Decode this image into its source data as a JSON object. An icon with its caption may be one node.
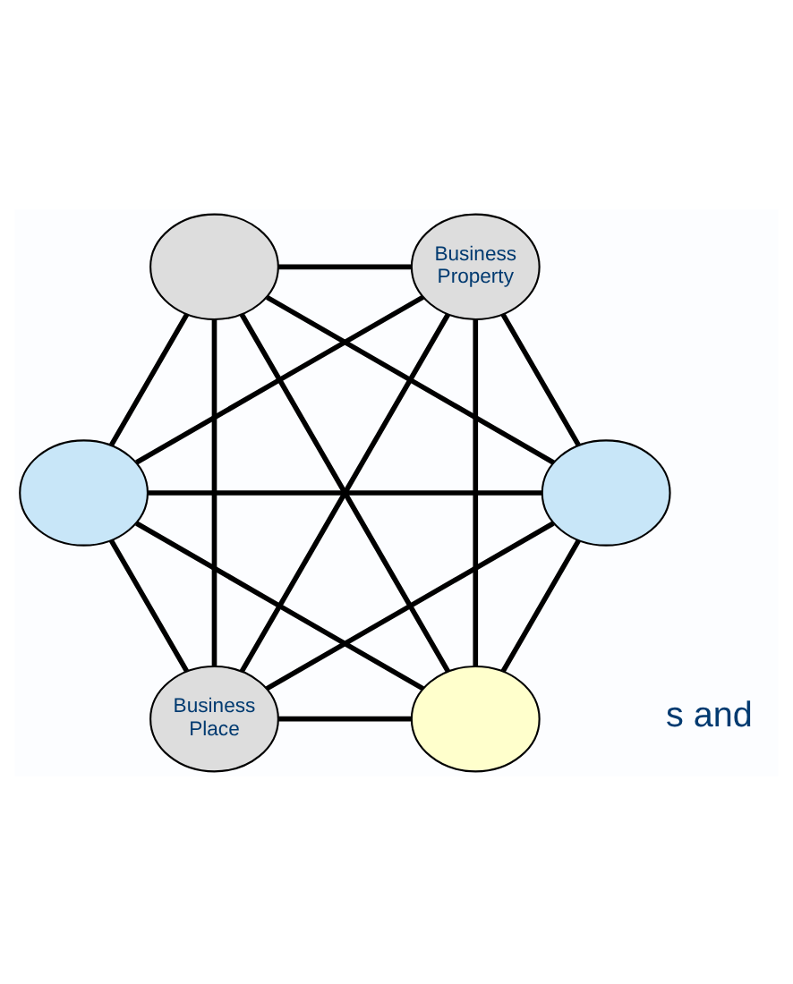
{
  "diagram": {
    "nodes": [
      {
        "text": [],
        "shape": "ellipse"
      },
      {
        "text": [
          "Business Place"
        ]
      },
      {
        "text": [],
        "shape": "ellipse"
      },
      {
        "text": [
          "Business Property"
        ]
      },
      {
        "text": [],
        "shape": "ellipse"
      },
      {
        "text": [],
        "shape": "ellipse"
      }
    ],
    "edges": [
      {
        "from": 0,
        "to": 1,
        "arrow": "none"
      },
      {
        "from": 0,
        "to": 2,
        "arrow": "none"
      },
      {
        "from": 0,
        "to": 3,
        "arrow": "none"
      },
      {
        "from": 0,
        "to": 4,
        "arrow": "none"
      },
      {
        "from": 0,
        "to": 5,
        "arrow": "none"
      },
      {
        "from": 1,
        "to": 2,
        "arrow": "none"
      },
      {
        "from": 1,
        "to": 3,
        "arrow": "none"
      },
      {
        "from": 1,
        "to": 4,
        "arrow": "none"
      },
      {
        "from": 1,
        "to": 5,
        "arrow": "none"
      },
      {
        "from": 2,
        "to": 3,
        "arrow": "none"
      },
      {
        "from": 2,
        "to": 4,
        "arrow": "none"
      },
      {
        "from": 2,
        "to": 5,
        "arrow": "none"
      },
      {
        "from": 3,
        "to": 4,
        "arrow": "none"
      },
      {
        "from": 3,
        "to": 5,
        "arrow": "none"
      },
      {
        "from": 4,
        "to": 5,
        "arrow": "none"
      }
    ],
    "labels": [
      "s and"
    ]
  }
}
